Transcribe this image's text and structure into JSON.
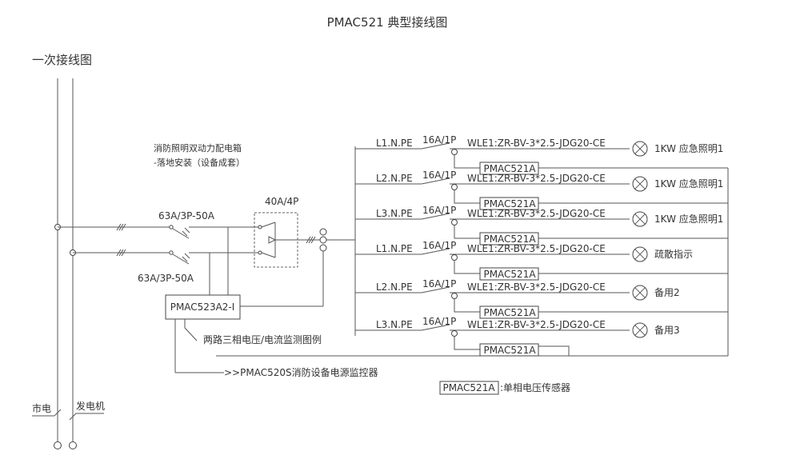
{
  "title": "PMAC521 典型接线图",
  "section_title": "一次接线图",
  "panel_caption": {
    "line1": "消防照明双动力配电箱",
    "line2": "-落地安装（设备成套）"
  },
  "incoming_breakers": {
    "top_label": "63A/3P-50A",
    "bottom_label": "63A/3P-50A"
  },
  "main_switch_label": "40A/4P",
  "monitor_device": "PMAC523A2-I",
  "monitor_note": "两路三相电压/电流监测图例",
  "monitor_target": "PMAC520S消防设备电源监控器",
  "sources": {
    "mains": "市电",
    "generator": "发电机"
  },
  "legend": {
    "device": "PMAC521A",
    "text": ":单相电压传感器"
  },
  "circuits": [
    {
      "phase": "L1.N.PE",
      "breaker": "16A/1P",
      "cable": "WLE1:ZR-BV-3*2.5-JDG20-CE",
      "sensor": "PMAC521A",
      "load": "1KW 应急照明1"
    },
    {
      "phase": "L2.N.PE",
      "breaker": "16A/1P",
      "cable": "WLE1:ZR-BV-3*2.5-JDG20-CE",
      "sensor": "PMAC521A",
      "load": "1KW 应急照明1"
    },
    {
      "phase": "L3.N.PE",
      "breaker": "16A/1P",
      "cable": "WLE1:ZR-BV-3*2.5-JDG20-CE",
      "sensor": "PMAC521A",
      "load": "1KW 应急照明1"
    },
    {
      "phase": "L1.N.PE",
      "breaker": "16A/1P",
      "cable": "WLE1:ZR-BV-3*2.5-JDG20-CE",
      "sensor": "PMAC521A",
      "load": "疏散指示"
    },
    {
      "phase": "L2.N.PE",
      "breaker": "16A/1P",
      "cable": "WLE1:ZR-BV-3*2.5-JDG20-CE",
      "sensor": "PMAC521A",
      "load": "备用2"
    },
    {
      "phase": "L3.N.PE",
      "breaker": "16A/1P",
      "cable": "WLE1:ZR-BV-3*2.5-JDG20-CE",
      "sensor": "PMAC521A",
      "load": "备用3"
    }
  ]
}
